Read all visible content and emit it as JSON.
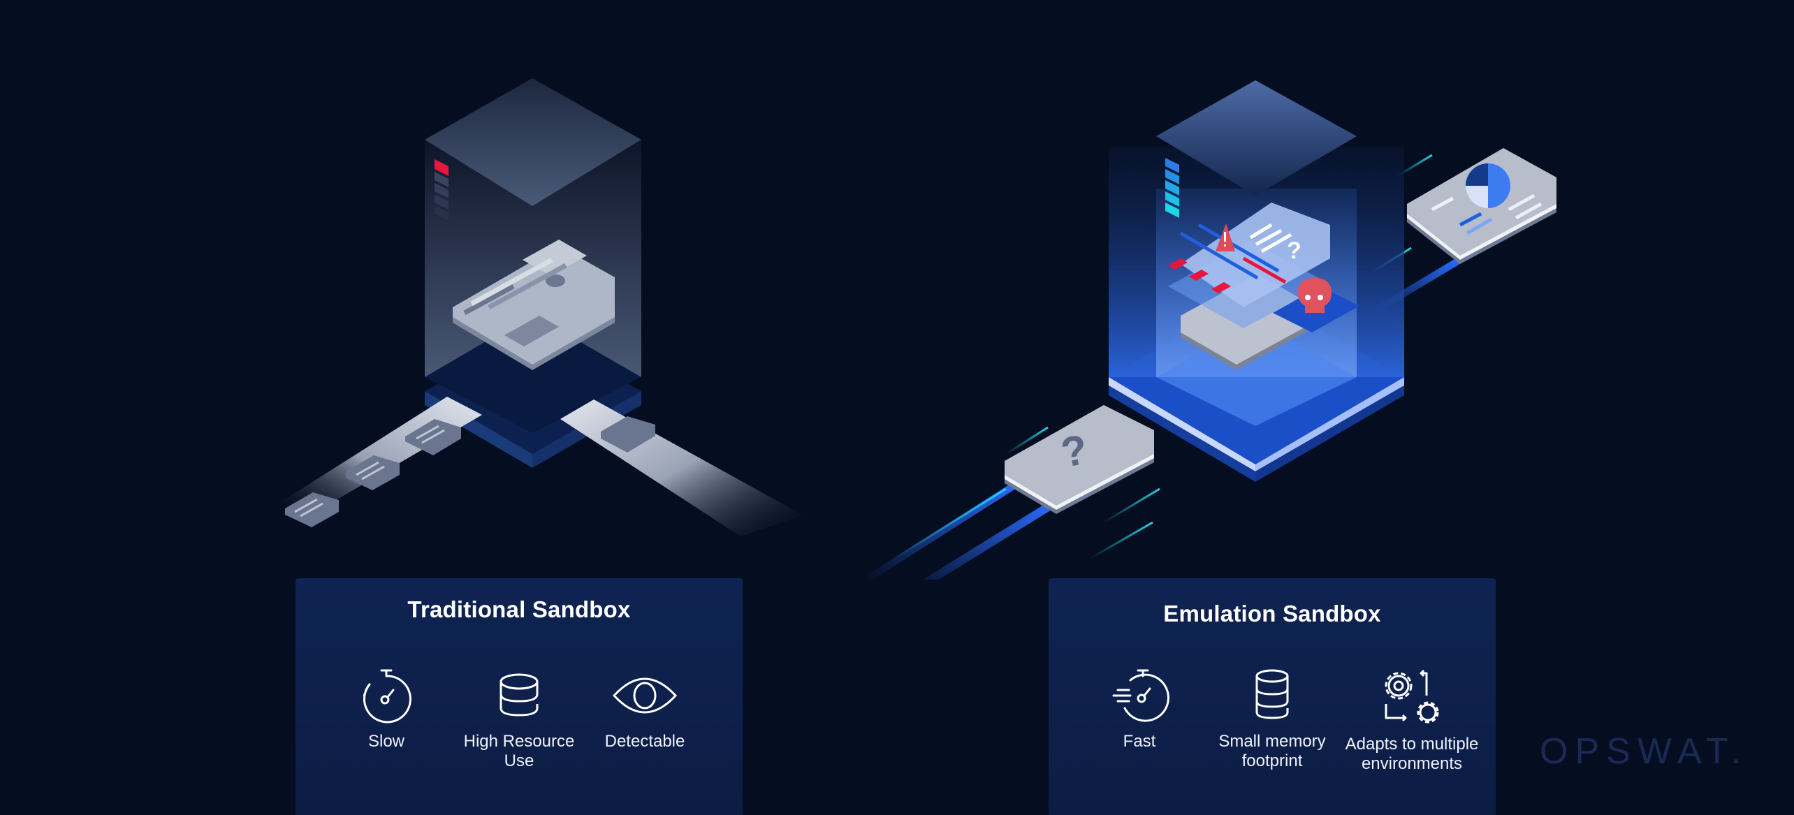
{
  "colors": {
    "background": "#050d20",
    "panel": "#0f2352",
    "accent_red": "#e8163c",
    "accent_blue": "#1f5fe0",
    "accent_cyan": "#1ed6e6",
    "file_gray": "#b8bfcc",
    "logo": "#1a2a55"
  },
  "illustration": {
    "traditional": {
      "status_bar_icon": "red-status-indicator",
      "center_file_icon": "malware-bug-document-icon",
      "input_files_count": 3,
      "output_files_count": 1
    },
    "emulation": {
      "status_bar_icon": "cyan-progress-indicator",
      "center_icons": [
        "warning-triangle-icon",
        "question-document-icon",
        "skull-icon"
      ],
      "input_file_icon": "question-mark-file-icon",
      "output_file_icon": "pie-chart-report-icon"
    }
  },
  "traditional": {
    "title": "Traditional Sandbox",
    "features": [
      {
        "icon": "stopwatch-slow-icon",
        "label_line1": "Slow",
        "label_line2": ""
      },
      {
        "icon": "database-icon",
        "label_line1": "High Resource",
        "label_line2": "Use"
      },
      {
        "icon": "eye-icon",
        "label_line1": "Detectable",
        "label_line2": ""
      }
    ]
  },
  "emulation": {
    "title": "Emulation Sandbox",
    "features": [
      {
        "icon": "stopwatch-fast-icon",
        "label_line1": "Fast",
        "label_line2": ""
      },
      {
        "icon": "database-icon",
        "label_line1": "Small memory",
        "label_line2": "footprint"
      },
      {
        "icon": "gears-cycle-icon",
        "label_line1": "Adapts to multiple",
        "label_line2": "environments"
      }
    ]
  },
  "brand": {
    "logo_text": "OPSWAT."
  }
}
